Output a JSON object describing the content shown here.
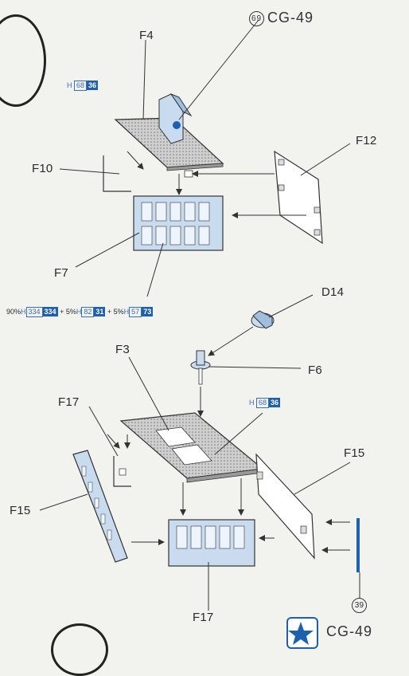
{
  "labels": {
    "f4": "F4",
    "f10": "F10",
    "f7": "F7",
    "f12": "F12",
    "d14": "D14",
    "f3": "F3",
    "f6": "F6",
    "f17_top": "F17",
    "f17_bottom": "F17",
    "f15_left": "F15",
    "f15_right": "F15"
  },
  "refs": {
    "top_circle": "69",
    "top_code": "CG-49",
    "bottom_circle": "39",
    "bottom_code": "CG-49"
  },
  "paint_top": {
    "h": "H",
    "c1": "68",
    "c2": "36"
  },
  "paint_mid": {
    "h": "H",
    "c1": "68",
    "c2": "36"
  },
  "paint_mix": {
    "p1": "90%",
    "h1": "H",
    "a1": "334",
    "b1": "334",
    "p2": "+ 5%",
    "h2": "H",
    "a2": "82",
    "b2": "31",
    "p3": "+ 5%",
    "h3": "H",
    "a3": "57",
    "b3": "73"
  },
  "colors": {
    "part_fill": "#c9dcef",
    "accent": "#1f5fb0",
    "line": "#333333"
  }
}
